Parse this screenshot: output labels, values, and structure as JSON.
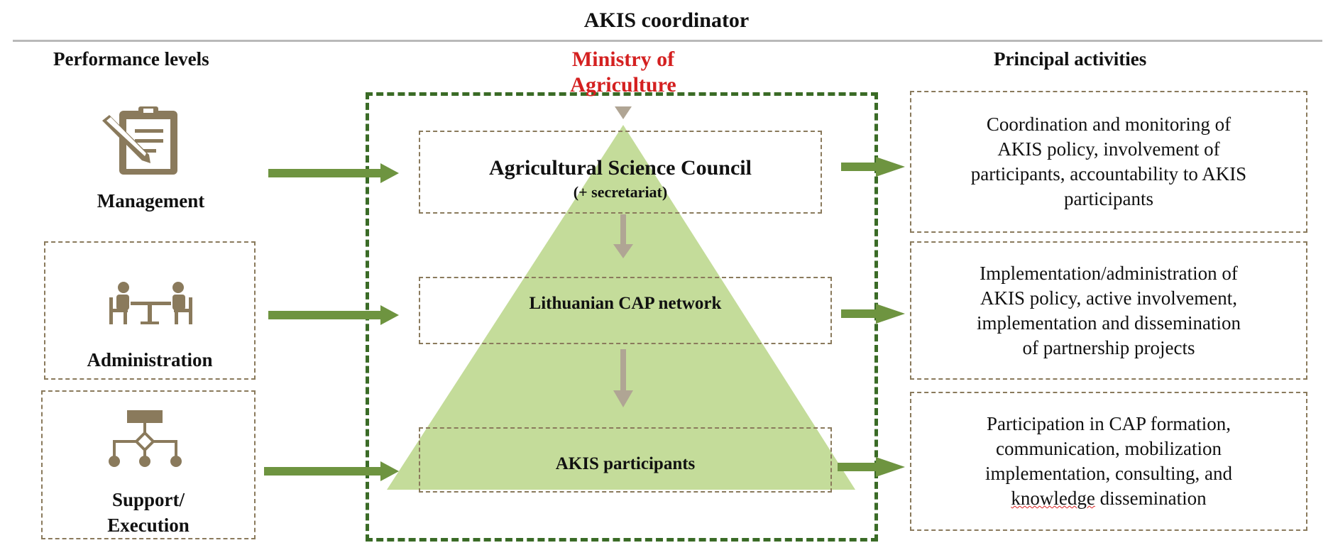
{
  "header": {
    "coordinator_title": "AKIS coordinator"
  },
  "columns": {
    "left_heading": "Performance levels",
    "right_heading": "Principal activities"
  },
  "ministry": {
    "line1": "Ministry of",
    "line2": "Agriculture",
    "color": "#d42020"
  },
  "levels": [
    {
      "label": "Management",
      "icon": "clipboard-pen-icon"
    },
    {
      "label": "Administration",
      "icon": "meeting-table-icon"
    },
    {
      "label_line1": "Support/",
      "label_line2": "Execution",
      "icon": "flowchart-icon"
    }
  ],
  "bodies": [
    {
      "line1": "Agricultural Science Council",
      "line2": "(+ secretariat)"
    },
    {
      "line1": "Lithuanian CAP network"
    },
    {
      "line1": "AKIS participants"
    }
  ],
  "activities": [
    {
      "lines": [
        "Coordination and monitoring of",
        "AKIS policy, involvement of",
        "participants, accountability to AKIS",
        "participants"
      ]
    },
    {
      "lines": [
        "Implementation/administration of",
        "AKIS policy, active involvement,",
        "implementation and dissemination",
        "of partnership projects"
      ]
    },
    {
      "lines": [
        "Participation in CAP formation,",
        "communication, mobilization",
        "implementation, consulting,  and",
        "knowledge",
        "dissemination"
      ]
    }
  ],
  "colors": {
    "pyramid_fill": "#c4dc9a",
    "arrow_green": "#6e9440",
    "frame_green": "#3a6b26",
    "box_dash": "#8a7a5c",
    "icon_color": "#8a7a5c",
    "flow_arrow": "#b0a594"
  }
}
